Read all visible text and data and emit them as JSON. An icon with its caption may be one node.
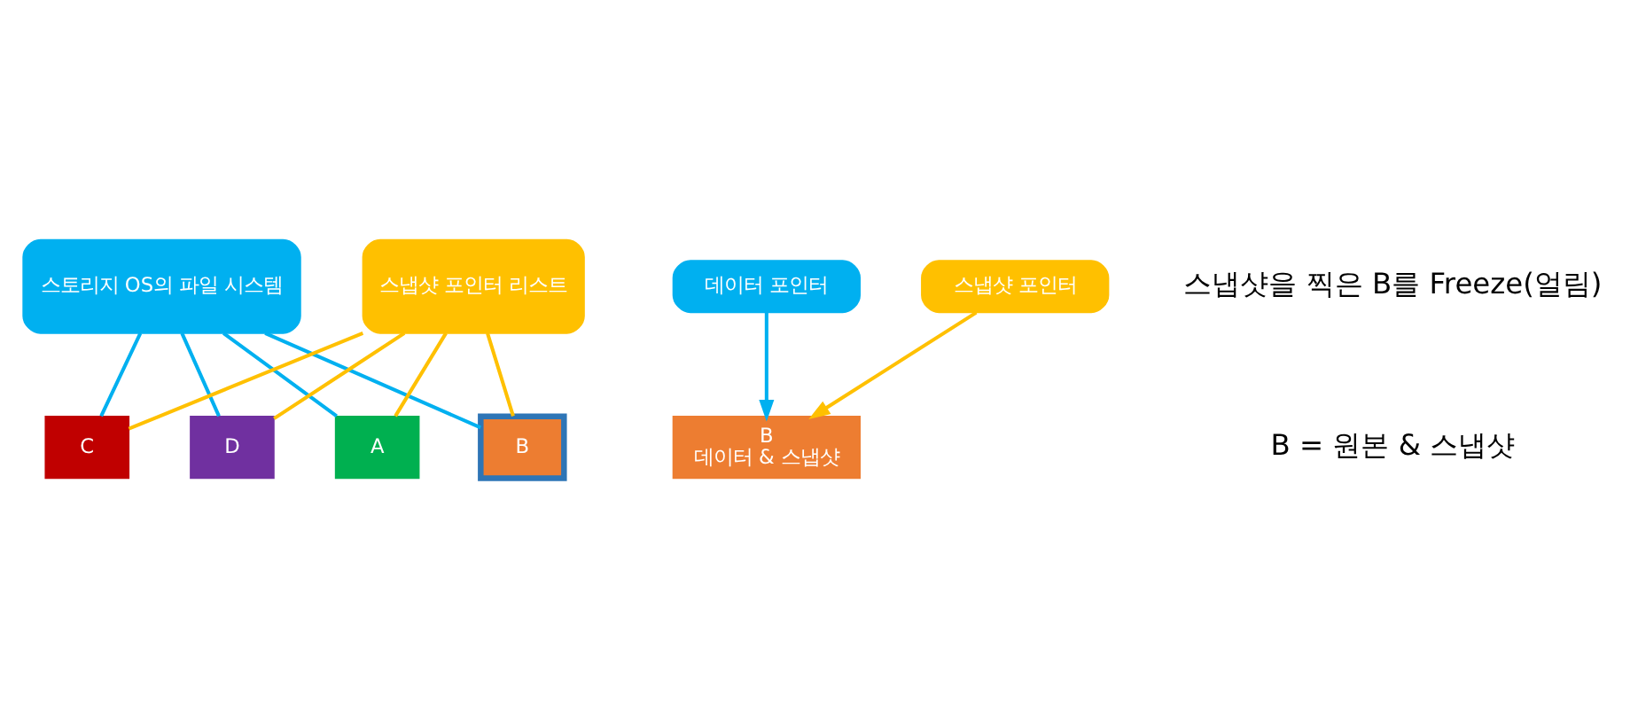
{
  "diagram": {
    "nodes": [
      {
        "text": [
          "스토리지 OS의 파일 시스템"
        ]
      },
      {
        "text": [
          "A"
        ]
      },
      {
        "text": [
          "B"
        ]
      },
      {
        "text": [
          "C"
        ]
      },
      {
        "text": [
          "D"
        ]
      },
      {
        "text": [
          "스냅샷 포인터 리스트"
        ]
      },
      {
        "text": [
          "데이터 포인터"
        ]
      },
      {
        "text": [
          "B",
          "데이터 & 스냅샷"
        ]
      },
      {
        "text": [
          "스냅샷 포인터"
        ]
      }
    ],
    "edges": [
      {
        "from": 0,
        "to": 1,
        "arrow": "none",
        "color": "#00b0f0"
      },
      {
        "from": 0,
        "to": 2,
        "arrow": "none",
        "color": "#00b0f0"
      },
      {
        "from": 0,
        "to": 3,
        "arrow": "none",
        "color": "#00b0f0"
      },
      {
        "from": 0,
        "to": 4,
        "arrow": "none",
        "color": "#00b0f0"
      },
      {
        "from": 5,
        "to": 1,
        "arrow": "none",
        "color": "#ffc000"
      },
      {
        "from": 5,
        "to": 2,
        "arrow": "none",
        "color": "#ffc000"
      },
      {
        "from": 5,
        "to": 3,
        "arrow": "none",
        "color": "#ffc000"
      },
      {
        "from": 5,
        "to": 4,
        "arrow": "none",
        "color": "#ffc000"
      },
      {
        "from": 6,
        "to": 7,
        "arrow": "to",
        "color": "#00b0f0"
      },
      {
        "from": 8,
        "to": 7,
        "arrow": "to",
        "color": "#ffc000"
      }
    ],
    "labels": [
      "스냅샷을 찍은 B를 Freeze(얼림)",
      "B = 원본 & 스냅샷"
    ]
  }
}
